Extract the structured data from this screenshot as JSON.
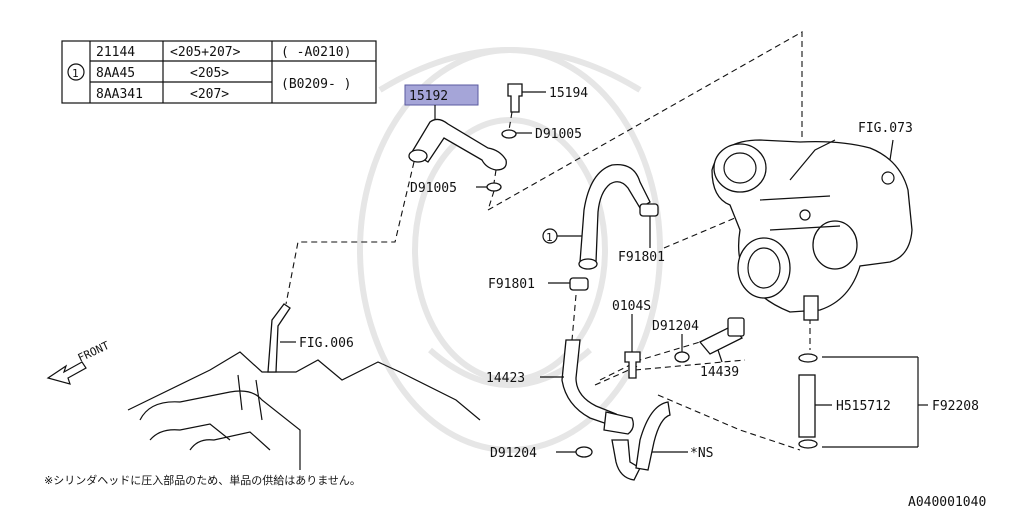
{
  "table": {
    "marker": "1",
    "rows": [
      {
        "part": "21144",
        "variant": "<205+207>",
        "date": "( -A0210)"
      },
      {
        "part": "8AA45",
        "variant": "<205>",
        "date": "(B0209- )"
      },
      {
        "part": "8AA341",
        "variant": "<207>",
        "date": ""
      }
    ]
  },
  "labels": {
    "p15192": "15192",
    "p15194": "15194",
    "d91005_top": "D91005",
    "d91005_left": "D91005",
    "fig073": "FIG.073",
    "callout1": "1",
    "f91801_right": "F91801",
    "f91801_left": "F91801",
    "p0104s": "0104S",
    "d91204_top": "D91204",
    "p14439": "14439",
    "p14423": "14423",
    "fig006": "FIG.006",
    "front": "FRONT",
    "h515712": "H515712",
    "f92208": "F92208",
    "d91204_bottom": "D91204",
    "ns": "*NS",
    "footnote": "※シリンダヘッドに圧入部品のため、単品の供給はありません。",
    "diagram_code": "A040001040"
  },
  "colors": {
    "highlight": "#a5a5d8",
    "line": "#111111"
  }
}
